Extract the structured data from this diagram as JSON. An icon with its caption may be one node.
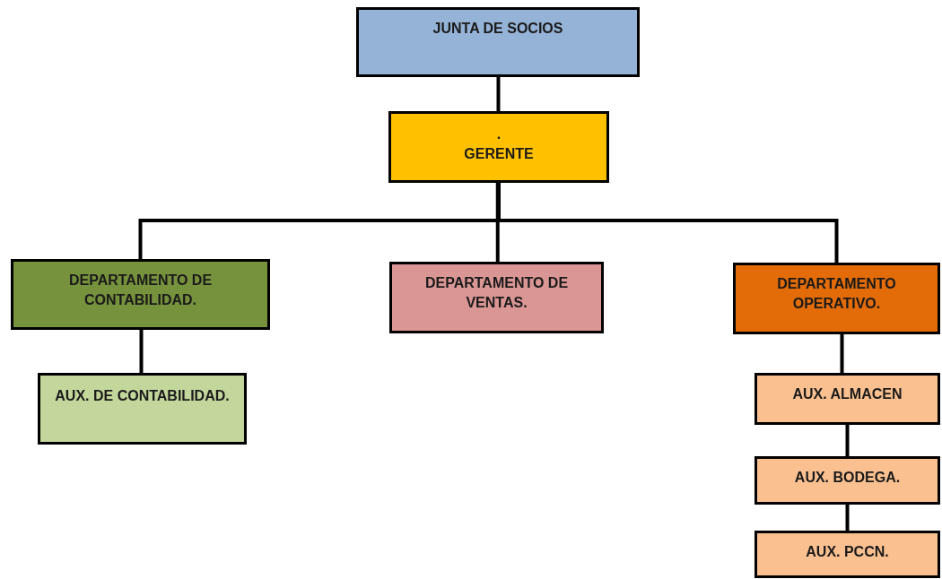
{
  "diagram": {
    "nodes": [
      {
        "text": [
          "JUNTA DE SOCIOS"
        ]
      },
      {
        "text": [
          ".",
          "GERENTE"
        ]
      },
      {
        "text": [
          "DEPARTAMENTO DE CONTABILIDAD."
        ]
      },
      {
        "text": [
          "DEPARTAMENTO DE VENTAS."
        ]
      },
      {
        "text": [
          "DEPARTAMENTO OPERATIVO."
        ]
      },
      {
        "text": [
          "AUX. DE CONTABILIDAD."
        ]
      },
      {
        "text": [
          "AUX. ALMACEN"
        ]
      },
      {
        "text": [
          "AUX. BODEGA."
        ]
      },
      {
        "text": [
          "AUX. PCCN."
        ]
      }
    ],
    "edges": [
      {
        "from": 0,
        "to": 1,
        "arrow": "none"
      },
      {
        "from": 1,
        "to": 2,
        "arrow": "none"
      },
      {
        "from": 1,
        "to": 3,
        "arrow": "none"
      },
      {
        "from": 1,
        "to": 4,
        "arrow": "none"
      },
      {
        "from": 2,
        "to": 5,
        "arrow": "none"
      },
      {
        "from": 4,
        "to": 6,
        "arrow": "none"
      },
      {
        "from": 6,
        "to": 7,
        "arrow": "none"
      },
      {
        "from": 7,
        "to": 8,
        "arrow": "none"
      }
    ]
  }
}
